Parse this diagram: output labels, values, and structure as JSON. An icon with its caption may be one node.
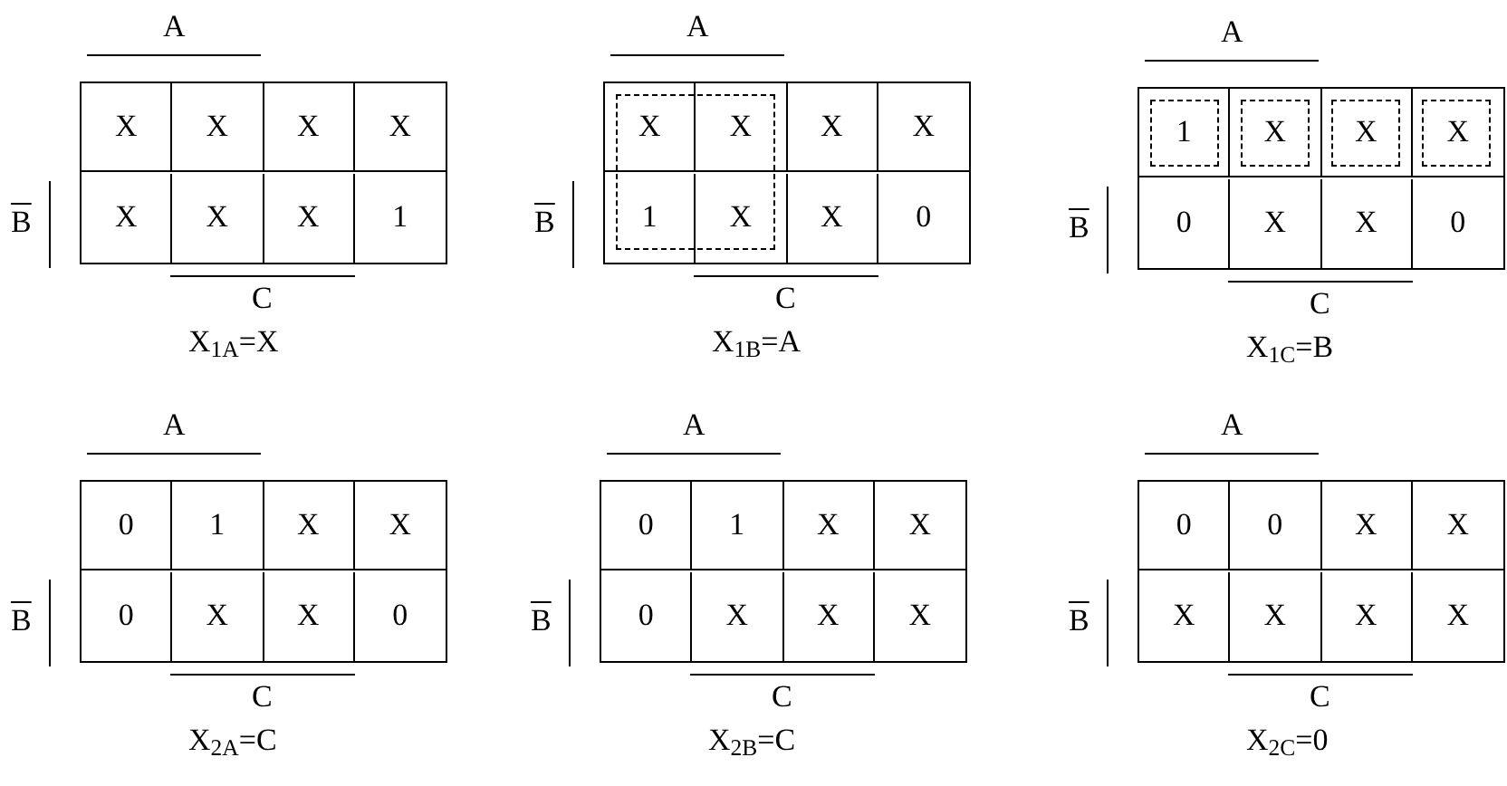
{
  "diagram": {
    "nodes": [
      {
        "text": [],
        "shape": "box"
      },
      {
        "text": [],
        "shape": "box"
      },
      {
        "text": [],
        "shape": "box"
      },
      {
        "text": [],
        "shape": "box"
      },
      {
        "text": [],
        "shape": "box"
      }
    ],
    "labels": [
      "A",
      "X",
      "X",
      "X",
      "X",
      "B",
      "X",
      "X",
      "X",
      "1",
      "C",
      "X$_{1A}$=X",
      "A",
      "X",
      "X",
      "X",
      "X",
      "B",
      "1",
      "X",
      "X",
      "0",
      "C",
      "X$_{1B}$=A",
      "A",
      "1",
      "X",
      "X",
      "X",
      "B",
      "0",
      "X",
      "X",
      "0",
      "C",
      "X$_{1C}$=B",
      "A",
      "0",
      "1",
      "X",
      "X",
      "B",
      "0",
      "X",
      "X",
      "0",
      "C",
      "X$_{2A}$=C",
      "A",
      "0",
      "1",
      "X",
      "X",
      "B",
      "0",
      "X",
      "X",
      "X",
      "C",
      "X$_{2B}$=C",
      "A",
      "0",
      "0",
      "X",
      "X",
      "B",
      "X",
      "X",
      "X",
      "X",
      "C",
      "X$_{2C}$=0"
    ]
  }
}
